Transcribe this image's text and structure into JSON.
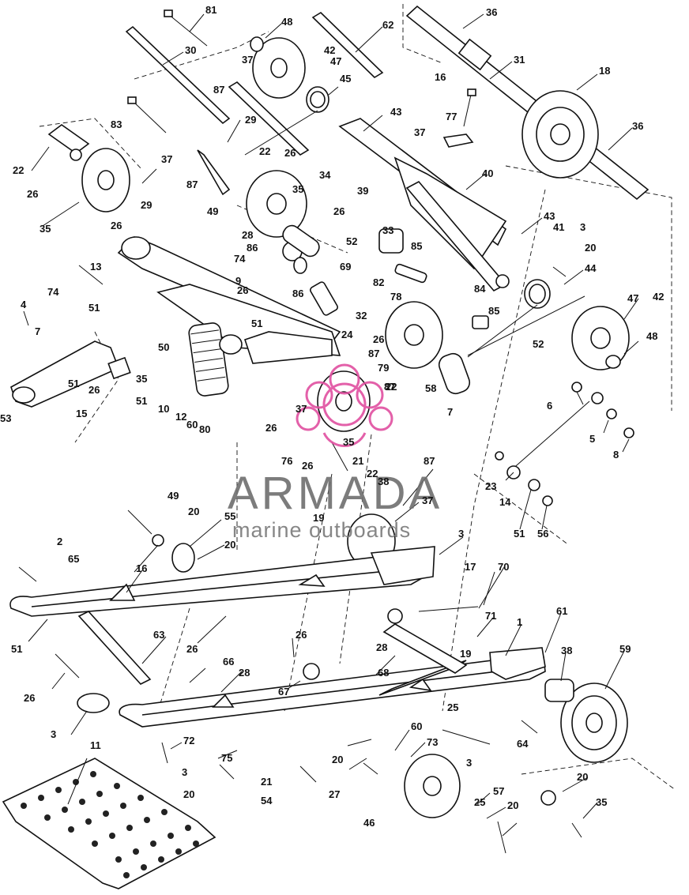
{
  "watermark": {
    "brand": "ARMADA",
    "tagline": "marine outboards",
    "logo_color": "#e04fa0",
    "text_color": "#6e6e6e"
  },
  "labels": [
    {
      "id": "l1",
      "text": "81"
    },
    {
      "id": "l2",
      "text": "48"
    },
    {
      "id": "l3",
      "text": "62"
    },
    {
      "id": "l4",
      "text": "36"
    },
    {
      "id": "l5",
      "text": "30"
    },
    {
      "id": "l6",
      "text": "37"
    },
    {
      "id": "l7",
      "text": "42"
    },
    {
      "id": "l8",
      "text": "47"
    },
    {
      "id": "l9",
      "text": "31"
    },
    {
      "id": "l10",
      "text": "87"
    },
    {
      "id": "l11",
      "text": "45"
    },
    {
      "id": "l12",
      "text": "16"
    },
    {
      "id": "l13",
      "text": "18"
    },
    {
      "id": "l14",
      "text": "83"
    },
    {
      "id": "l15",
      "text": "29"
    },
    {
      "id": "l16",
      "text": "43"
    },
    {
      "id": "l17",
      "text": "77"
    },
    {
      "id": "l18",
      "text": "22"
    },
    {
      "id": "l19",
      "text": "37"
    },
    {
      "id": "l20",
      "text": "22"
    },
    {
      "id": "l21",
      "text": "26"
    },
    {
      "id": "l22",
      "text": "37"
    },
    {
      "id": "l23",
      "text": "36"
    },
    {
      "id": "l24",
      "text": "26"
    },
    {
      "id": "l25",
      "text": "87"
    },
    {
      "id": "l26",
      "text": "34"
    },
    {
      "id": "l27",
      "text": "40"
    },
    {
      "id": "l28",
      "text": "35"
    },
    {
      "id": "l29",
      "text": "29"
    },
    {
      "id": "l30",
      "text": "49"
    },
    {
      "id": "l31",
      "text": "39"
    },
    {
      "id": "l32",
      "text": "26"
    },
    {
      "id": "l33",
      "text": "35"
    },
    {
      "id": "l34",
      "text": "26"
    },
    {
      "id": "l35",
      "text": "43"
    },
    {
      "id": "l36",
      "text": "28"
    },
    {
      "id": "l37",
      "text": "52"
    },
    {
      "id": "l38",
      "text": "33"
    },
    {
      "id": "l39",
      "text": "41"
    },
    {
      "id": "l40",
      "text": "3"
    },
    {
      "id": "l41",
      "text": "86"
    },
    {
      "id": "l42",
      "text": "85"
    },
    {
      "id": "l43",
      "text": "20"
    },
    {
      "id": "l44",
      "text": "13"
    },
    {
      "id": "l45",
      "text": "74"
    },
    {
      "id": "l46",
      "text": "69"
    },
    {
      "id": "l47",
      "text": "44"
    },
    {
      "id": "l48",
      "text": "86"
    },
    {
      "id": "l49",
      "text": "82"
    },
    {
      "id": "l50",
      "text": "84"
    },
    {
      "id": "l51",
      "text": "74"
    },
    {
      "id": "l52",
      "text": "51"
    },
    {
      "id": "l53",
      "text": "9"
    },
    {
      "id": "l54",
      "text": "26"
    },
    {
      "id": "l55",
      "text": "78"
    },
    {
      "id": "l56",
      "text": "85"
    },
    {
      "id": "l57",
      "text": "47"
    },
    {
      "id": "l58",
      "text": "42"
    },
    {
      "id": "l59",
      "text": "4"
    },
    {
      "id": "l60",
      "text": "32"
    },
    {
      "id": "l61",
      "text": "7"
    },
    {
      "id": "l62",
      "text": "51"
    },
    {
      "id": "l63",
      "text": "24"
    },
    {
      "id": "l64",
      "text": "26"
    },
    {
      "id": "l65",
      "text": "52"
    },
    {
      "id": "l66",
      "text": "48"
    },
    {
      "id": "l67",
      "text": "50"
    },
    {
      "id": "l68",
      "text": "87"
    },
    {
      "id": "l69",
      "text": "79"
    },
    {
      "id": "l70",
      "text": "26"
    },
    {
      "id": "l71",
      "text": "35"
    },
    {
      "id": "l72",
      "text": "22"
    },
    {
      "id": "l73",
      "text": "58"
    },
    {
      "id": "l74",
      "text": "7"
    },
    {
      "id": "l75",
      "text": "51"
    },
    {
      "id": "l76",
      "text": "51"
    },
    {
      "id": "l77",
      "text": "87"
    },
    {
      "id": "l78",
      "text": "6"
    },
    {
      "id": "l79",
      "text": "53"
    },
    {
      "id": "l80",
      "text": "10"
    },
    {
      "id": "l81",
      "text": "12"
    },
    {
      "id": "l82",
      "text": "60"
    },
    {
      "id": "l83",
      "text": "80"
    },
    {
      "id": "l84",
      "text": "26"
    },
    {
      "id": "l85",
      "text": "37"
    },
    {
      "id": "l86",
      "text": "5"
    },
    {
      "id": "l87",
      "text": "15"
    },
    {
      "id": "l88",
      "text": "8"
    },
    {
      "id": "l89",
      "text": "76"
    },
    {
      "id": "l90",
      "text": "35"
    },
    {
      "id": "l91",
      "text": "26"
    },
    {
      "id": "l92",
      "text": "21"
    },
    {
      "id": "l93",
      "text": "22"
    },
    {
      "id": "l94",
      "text": "38"
    },
    {
      "id": "l95",
      "text": "87"
    },
    {
      "id": "l96",
      "text": "23"
    },
    {
      "id": "l97",
      "text": "49"
    },
    {
      "id": "l98",
      "text": "14"
    },
    {
      "id": "l99",
      "text": "20"
    },
    {
      "id": "l100",
      "text": "19"
    },
    {
      "id": "l101",
      "text": "37"
    },
    {
      "id": "l102",
      "text": "51"
    },
    {
      "id": "l103",
      "text": "56"
    },
    {
      "id": "l104",
      "text": "55"
    },
    {
      "id": "l105",
      "text": "20"
    },
    {
      "id": "l106",
      "text": "2"
    },
    {
      "id": "l107",
      "text": "3"
    },
    {
      "id": "l108",
      "text": "65"
    },
    {
      "id": "l109",
      "text": "16"
    },
    {
      "id": "l110",
      "text": "17"
    },
    {
      "id": "l111",
      "text": "70"
    },
    {
      "id": "l112",
      "text": "71"
    },
    {
      "id": "l113",
      "text": "1"
    },
    {
      "id": "l114",
      "text": "61"
    },
    {
      "id": "l115",
      "text": "51"
    },
    {
      "id": "l116",
      "text": "26"
    },
    {
      "id": "l117",
      "text": "28"
    },
    {
      "id": "l118",
      "text": "63"
    },
    {
      "id": "l119",
      "text": "26"
    },
    {
      "id": "l120",
      "text": "19"
    },
    {
      "id": "l121",
      "text": "38"
    },
    {
      "id": "l122",
      "text": "59"
    },
    {
      "id": "l123",
      "text": "66"
    },
    {
      "id": "l124",
      "text": "28"
    },
    {
      "id": "l125",
      "text": "68"
    },
    {
      "id": "l126",
      "text": "26"
    },
    {
      "id": "l127",
      "text": "67"
    },
    {
      "id": "l128",
      "text": "3"
    },
    {
      "id": "l129",
      "text": "25"
    },
    {
      "id": "l130",
      "text": "60"
    },
    {
      "id": "l131",
      "text": "72"
    },
    {
      "id": "l132",
      "text": "64"
    },
    {
      "id": "l133",
      "text": "75"
    },
    {
      "id": "l134",
      "text": "73"
    },
    {
      "id": "l135",
      "text": "11"
    },
    {
      "id": "l136",
      "text": "20"
    },
    {
      "id": "l137",
      "text": "3"
    },
    {
      "id": "l138",
      "text": "3"
    },
    {
      "id": "l139",
      "text": "21"
    },
    {
      "id": "l140",
      "text": "20"
    },
    {
      "id": "l141",
      "text": "20"
    },
    {
      "id": "l142",
      "text": "54"
    },
    {
      "id": "l143",
      "text": "27"
    },
    {
      "id": "l144",
      "text": "25"
    },
    {
      "id": "l145",
      "text": "57"
    },
    {
      "id": "l146",
      "text": "20"
    },
    {
      "id": "l147",
      "text": "35"
    },
    {
      "id": "l148",
      "text": "46"
    }
  ]
}
